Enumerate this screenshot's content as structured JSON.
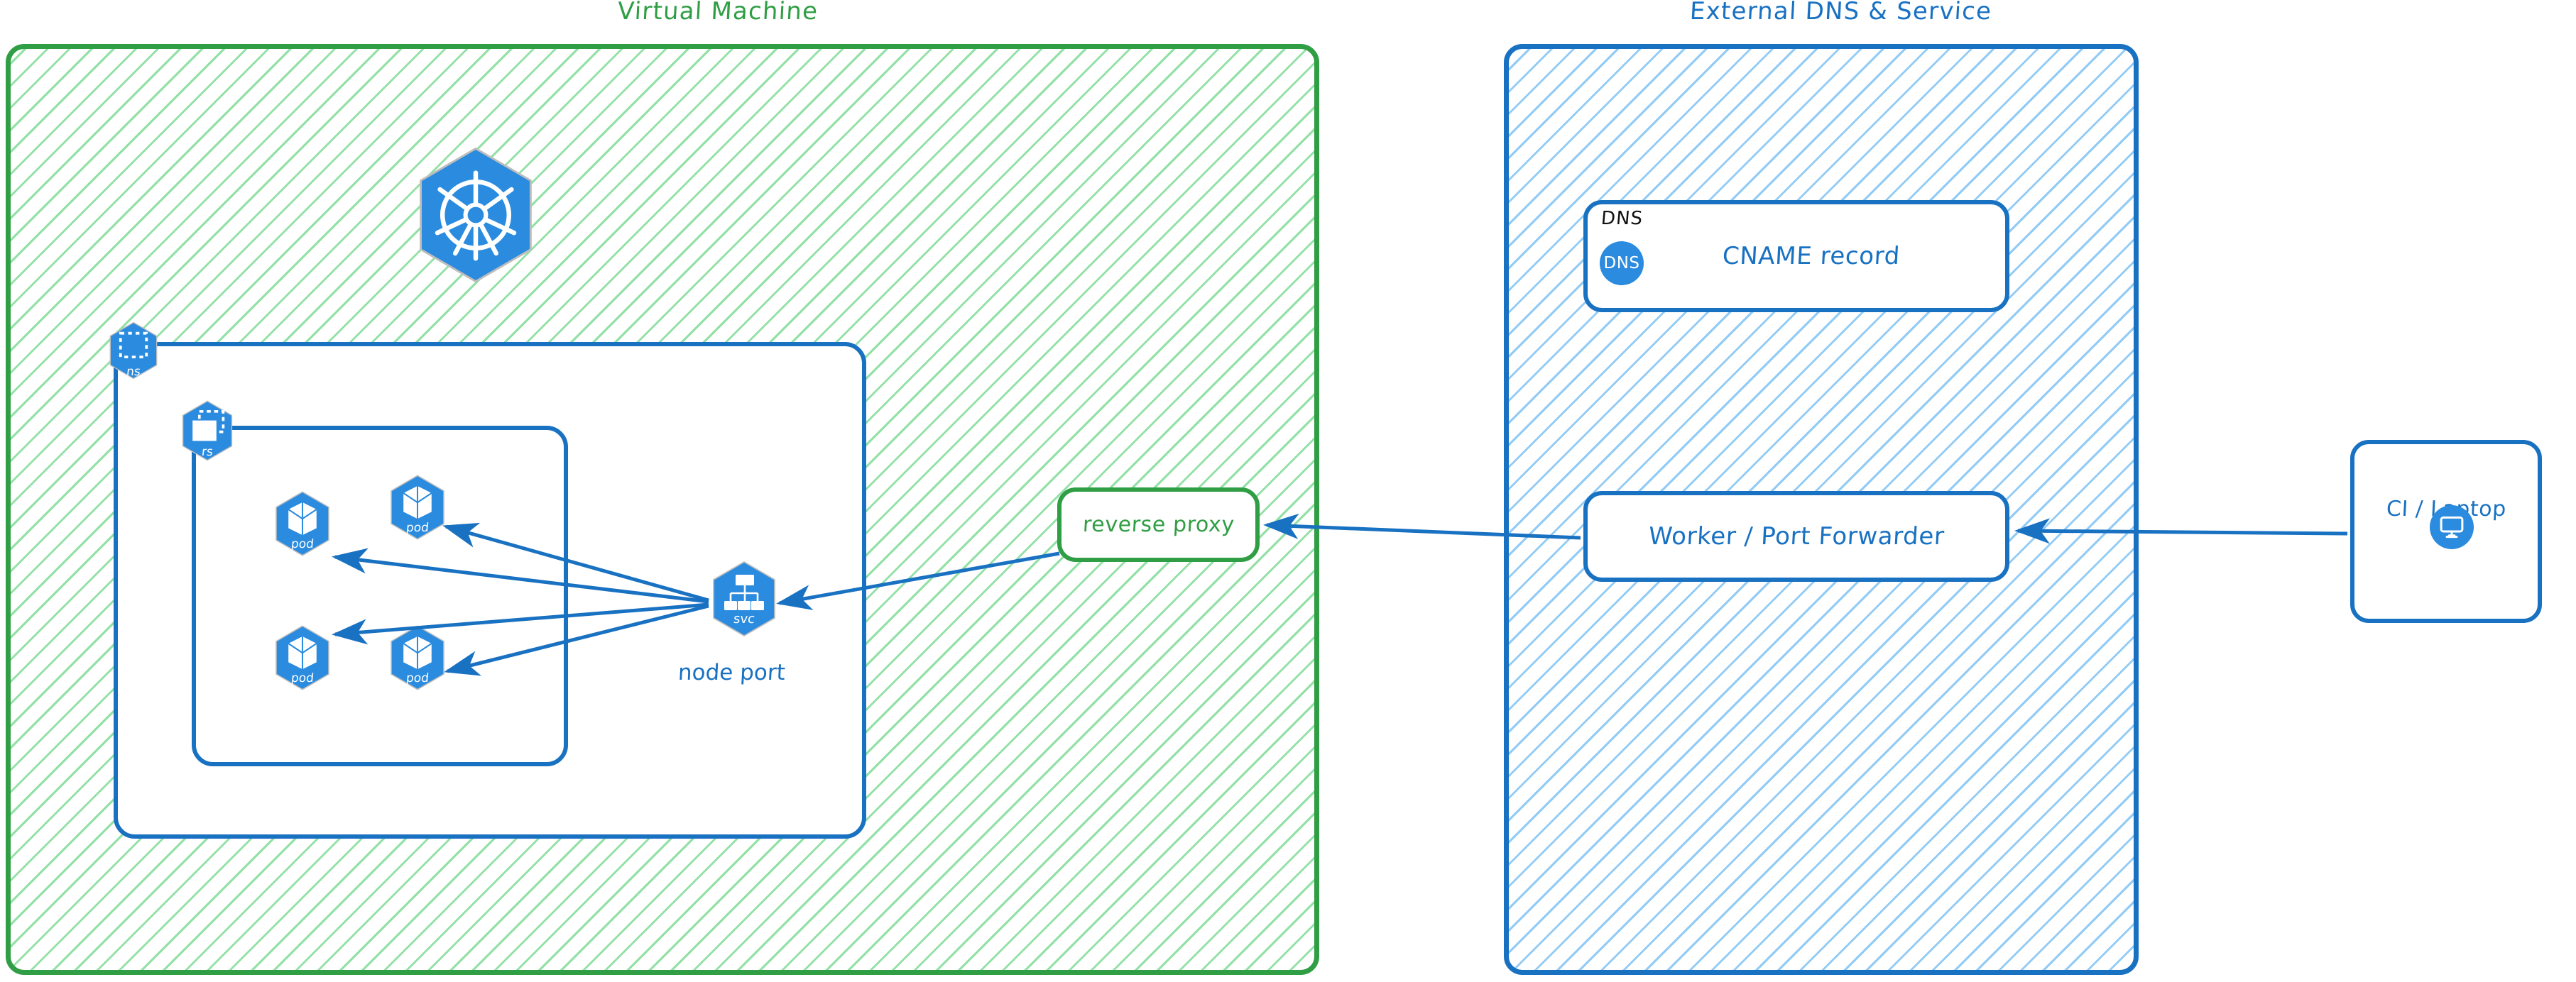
{
  "colors": {
    "green": "#2f9e44",
    "green_hatch": "#8cdfa0",
    "blue": "#1971c2",
    "blue_hatch": "#8cc8f5",
    "k8s_blue": "#2a8bdf",
    "white": "#ffffff",
    "black": "#111111"
  },
  "groups": [
    {
      "id": "virtual-machine",
      "title": "Virtual Machine",
      "accent": "#2f9e44"
    },
    {
      "id": "external-dns-service",
      "title": "External DNS & Service",
      "accent": "#1971c2"
    }
  ],
  "vm": {
    "title": "Virtual Machine",
    "kubernetes_logo": {
      "name": "kubernetes-logo",
      "caption": ""
    },
    "namespace": {
      "icon_caption": "ns",
      "icon_name": "namespace-icon"
    },
    "replicaset": {
      "icon_caption": "rs",
      "icon_name": "replicaset-icon"
    },
    "pods": [
      {
        "caption": "pod"
      },
      {
        "caption": "pod"
      },
      {
        "caption": "pod"
      },
      {
        "caption": "pod"
      }
    ],
    "service": {
      "caption": "svc",
      "label": "node port"
    },
    "reverse_proxy": {
      "label": "reverse proxy"
    }
  },
  "external": {
    "title": "External DNS & Service",
    "cname_card": {
      "caption": "DNS",
      "badge": "DNS",
      "label": "CNAME record"
    },
    "worker": {
      "label": "Worker / Port Forwarder"
    }
  },
  "client": {
    "label": "CI / Laptop",
    "icon_name": "desktop-monitor-icon"
  },
  "arrows": [
    {
      "from": "CI / Laptop",
      "to": "Worker / Port Forwarder",
      "direction": "left"
    },
    {
      "from": "Worker / Port Forwarder",
      "to": "reverse proxy",
      "direction": "left"
    },
    {
      "from": "reverse proxy",
      "to": "svc",
      "direction": "left"
    },
    {
      "from": "svc",
      "to": "pod-1",
      "direction": "left"
    },
    {
      "from": "svc",
      "to": "pod-2",
      "direction": "left"
    },
    {
      "from": "svc",
      "to": "pod-3",
      "direction": "left"
    },
    {
      "from": "svc",
      "to": "pod-4",
      "direction": "left"
    }
  ]
}
